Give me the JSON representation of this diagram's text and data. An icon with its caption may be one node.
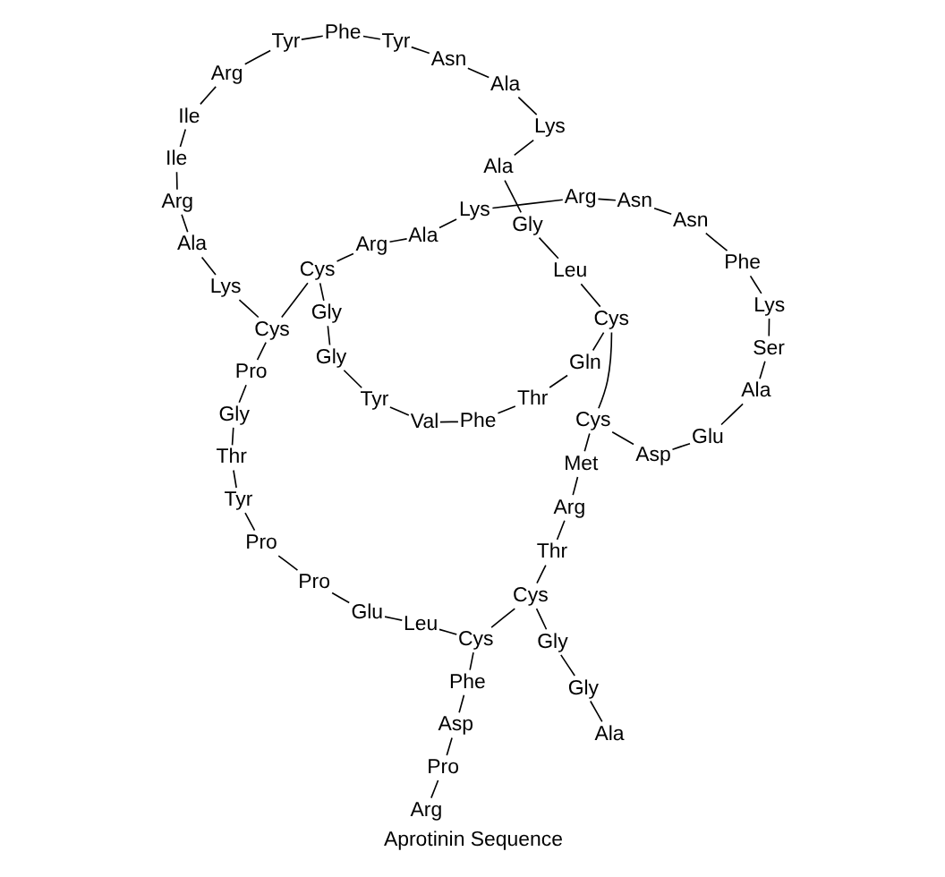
{
  "diagram": {
    "title": "Aprotinin Sequence",
    "nodes": [
      {
        "text": [
          "Arg"
        ]
      },
      {
        "text": [
          "Pro"
        ]
      },
      {
        "text": [
          "Asp"
        ]
      },
      {
        "text": [
          "Phe"
        ]
      },
      {
        "text": [
          "Cys"
        ]
      },
      {
        "text": [
          "Leu"
        ]
      },
      {
        "text": [
          "Glu"
        ]
      },
      {
        "text": [
          "Pro"
        ]
      },
      {
        "text": [
          "Pro"
        ]
      },
      {
        "text": [
          "Tyr"
        ]
      },
      {
        "text": [
          "Thr"
        ]
      },
      {
        "text": [
          "Gly"
        ]
      },
      {
        "text": [
          "Pro"
        ]
      },
      {
        "text": [
          "Cys"
        ]
      },
      {
        "text": [
          "Lys"
        ]
      },
      {
        "text": [
          "Ala"
        ]
      },
      {
        "text": [
          "Arg"
        ]
      },
      {
        "text": [
          "Ile"
        ]
      },
      {
        "text": [
          "Ile"
        ]
      },
      {
        "text": [
          "Arg"
        ]
      },
      {
        "text": [
          "Tyr"
        ]
      },
      {
        "text": [
          "Phe"
        ]
      },
      {
        "text": [
          "Tyr"
        ]
      },
      {
        "text": [
          "Asn"
        ]
      },
      {
        "text": [
          "Ala"
        ]
      },
      {
        "text": [
          "Lys"
        ]
      },
      {
        "text": [
          "Ala"
        ]
      },
      {
        "text": [
          "Gly"
        ]
      },
      {
        "text": [
          "Leu"
        ]
      },
      {
        "text": [
          "Cys"
        ]
      },
      {
        "text": [
          "Gln"
        ]
      },
      {
        "text": [
          "Thr"
        ]
      },
      {
        "text": [
          "Phe"
        ]
      },
      {
        "text": [
          "Val"
        ]
      },
      {
        "text": [
          "Tyr"
        ]
      },
      {
        "text": [
          "Gly"
        ]
      },
      {
        "text": [
          "Gly"
        ]
      },
      {
        "text": [
          "Cys"
        ]
      },
      {
        "text": [
          "Arg"
        ]
      },
      {
        "text": [
          "Ala"
        ]
      },
      {
        "text": [
          "Lys"
        ]
      },
      {
        "text": [
          "Arg"
        ]
      },
      {
        "text": [
          "Asn"
        ]
      },
      {
        "text": [
          "Asn"
        ]
      },
      {
        "text": [
          "Phe"
        ]
      },
      {
        "text": [
          "Lys"
        ]
      },
      {
        "text": [
          "Ser"
        ]
      },
      {
        "text": [
          "Ala"
        ]
      },
      {
        "text": [
          "Glu"
        ]
      },
      {
        "text": [
          "Asp"
        ]
      },
      {
        "text": [
          "Cys"
        ]
      },
      {
        "text": [
          "Met"
        ]
      },
      {
        "text": [
          "Arg"
        ]
      },
      {
        "text": [
          "Thr"
        ]
      },
      {
        "text": [
          "Cys"
        ]
      },
      {
        "text": [
          "Gly"
        ]
      },
      {
        "text": [
          "Gly"
        ]
      },
      {
        "text": [
          "Ala"
        ]
      }
    ],
    "edges": [
      {
        "from": 0,
        "to": 1,
        "arrow": "none"
      },
      {
        "from": 1,
        "to": 2,
        "arrow": "none"
      },
      {
        "from": 2,
        "to": 3,
        "arrow": "none"
      },
      {
        "from": 3,
        "to": 4,
        "arrow": "none"
      },
      {
        "from": 4,
        "to": 5,
        "arrow": "none"
      },
      {
        "from": 5,
        "to": 6,
        "arrow": "none"
      },
      {
        "from": 6,
        "to": 7,
        "arrow": "none"
      },
      {
        "from": 7,
        "to": 8,
        "arrow": "none"
      },
      {
        "from": 8,
        "to": 9,
        "arrow": "none"
      },
      {
        "from": 9,
        "to": 10,
        "arrow": "none"
      },
      {
        "from": 10,
        "to": 11,
        "arrow": "none"
      },
      {
        "from": 11,
        "to": 12,
        "arrow": "none"
      },
      {
        "from": 12,
        "to": 13,
        "arrow": "none"
      },
      {
        "from": 13,
        "to": 14,
        "arrow": "none"
      },
      {
        "from": 14,
        "to": 15,
        "arrow": "none"
      },
      {
        "from": 15,
        "to": 16,
        "arrow": "none"
      },
      {
        "from": 16,
        "to": 17,
        "arrow": "none"
      },
      {
        "from": 17,
        "to": 18,
        "arrow": "none"
      },
      {
        "from": 18,
        "to": 19,
        "arrow": "none"
      },
      {
        "from": 19,
        "to": 20,
        "arrow": "none"
      },
      {
        "from": 20,
        "to": 21,
        "arrow": "none"
      },
      {
        "from": 21,
        "to": 22,
        "arrow": "none"
      },
      {
        "from": 22,
        "to": 23,
        "arrow": "none"
      },
      {
        "from": 23,
        "to": 24,
        "arrow": "none"
      },
      {
        "from": 24,
        "to": 25,
        "arrow": "none"
      },
      {
        "from": 25,
        "to": 26,
        "arrow": "none"
      },
      {
        "from": 26,
        "to": 27,
        "arrow": "none"
      },
      {
        "from": 27,
        "to": 28,
        "arrow": "none"
      },
      {
        "from": 28,
        "to": 29,
        "arrow": "none"
      },
      {
        "from": 29,
        "to": 30,
        "arrow": "none"
      },
      {
        "from": 30,
        "to": 31,
        "arrow": "none"
      },
      {
        "from": 31,
        "to": 32,
        "arrow": "none"
      },
      {
        "from": 32,
        "to": 33,
        "arrow": "none"
      },
      {
        "from": 33,
        "to": 34,
        "arrow": "none"
      },
      {
        "from": 34,
        "to": 35,
        "arrow": "none"
      },
      {
        "from": 35,
        "to": 36,
        "arrow": "none"
      },
      {
        "from": 36,
        "to": 37,
        "arrow": "none"
      },
      {
        "from": 37,
        "to": 38,
        "arrow": "none"
      },
      {
        "from": 38,
        "to": 39,
        "arrow": "none"
      },
      {
        "from": 39,
        "to": 40,
        "arrow": "none"
      },
      {
        "from": 40,
        "to": 41,
        "arrow": "none"
      },
      {
        "from": 41,
        "to": 42,
        "arrow": "none"
      },
      {
        "from": 42,
        "to": 43,
        "arrow": "none"
      },
      {
        "from": 43,
        "to": 44,
        "arrow": "none"
      },
      {
        "from": 44,
        "to": 45,
        "arrow": "none"
      },
      {
        "from": 45,
        "to": 46,
        "arrow": "none"
      },
      {
        "from": 46,
        "to": 47,
        "arrow": "none"
      },
      {
        "from": 47,
        "to": 48,
        "arrow": "none"
      },
      {
        "from": 48,
        "to": 49,
        "arrow": "none"
      },
      {
        "from": 49,
        "to": 50,
        "arrow": "none"
      },
      {
        "from": 50,
        "to": 51,
        "arrow": "none"
      },
      {
        "from": 51,
        "to": 52,
        "arrow": "none"
      },
      {
        "from": 52,
        "to": 53,
        "arrow": "none"
      },
      {
        "from": 53,
        "to": 54,
        "arrow": "none"
      },
      {
        "from": 54,
        "to": 55,
        "arrow": "none"
      },
      {
        "from": 55,
        "to": 56,
        "arrow": "none"
      },
      {
        "from": 56,
        "to": 57,
        "arrow": "none"
      },
      {
        "from": 4,
        "to": 54,
        "arrow": "none"
      },
      {
        "from": 13,
        "to": 37,
        "arrow": "none"
      },
      {
        "from": 29,
        "to": 50,
        "arrow": "none"
      }
    ]
  }
}
